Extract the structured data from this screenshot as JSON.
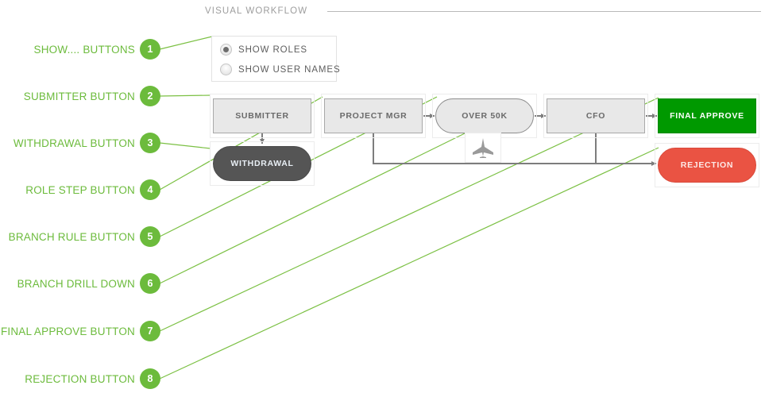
{
  "section": {
    "title": "VISUAL WORKFLOW"
  },
  "colors": {
    "accent_green": "#6cbb3c",
    "approve_green": "#009900",
    "reject_red": "#ea5343",
    "withdrawal_gray": "#555555",
    "role_node_fill": "#e8e8e8",
    "divider_gray": "#b9b9b9"
  },
  "annotations": [
    {
      "number": "1",
      "label": "SHOW.... BUTTONS"
    },
    {
      "number": "2",
      "label": "SUBMITTER BUTTON"
    },
    {
      "number": "3",
      "label": "WITHDRAWAL BUTTON"
    },
    {
      "number": "4",
      "label": "ROLE STEP BUTTON"
    },
    {
      "number": "5",
      "label": "BRANCH RULE BUTTON"
    },
    {
      "number": "6",
      "label": "BRANCH DRILL DOWN"
    },
    {
      "number": "7",
      "label": "FINAL APPROVE BUTTON"
    },
    {
      "number": "8",
      "label": "REJECTION BUTTON"
    }
  ],
  "display_mode": {
    "options": [
      {
        "label": "SHOW ROLES",
        "selected": true
      },
      {
        "label": "SHOW USER NAMES",
        "selected": false
      }
    ]
  },
  "workflow": {
    "nodes": [
      {
        "id": "submitter",
        "label": "SUBMITTER",
        "type": "role"
      },
      {
        "id": "withdrawal",
        "label": "WITHDRAWAL",
        "type": "withdrawal"
      },
      {
        "id": "project-mgr",
        "label": "PROJECT MGR",
        "type": "role"
      },
      {
        "id": "over-50k",
        "label": "OVER 50K",
        "type": "branch"
      },
      {
        "id": "cfo",
        "label": "CFO",
        "type": "role"
      },
      {
        "id": "final-approve",
        "label": "FINAL APPROVE",
        "type": "approve"
      },
      {
        "id": "rejection",
        "label": "REJECTION",
        "type": "reject"
      }
    ],
    "drill_down_icon": "airplane-icon"
  }
}
